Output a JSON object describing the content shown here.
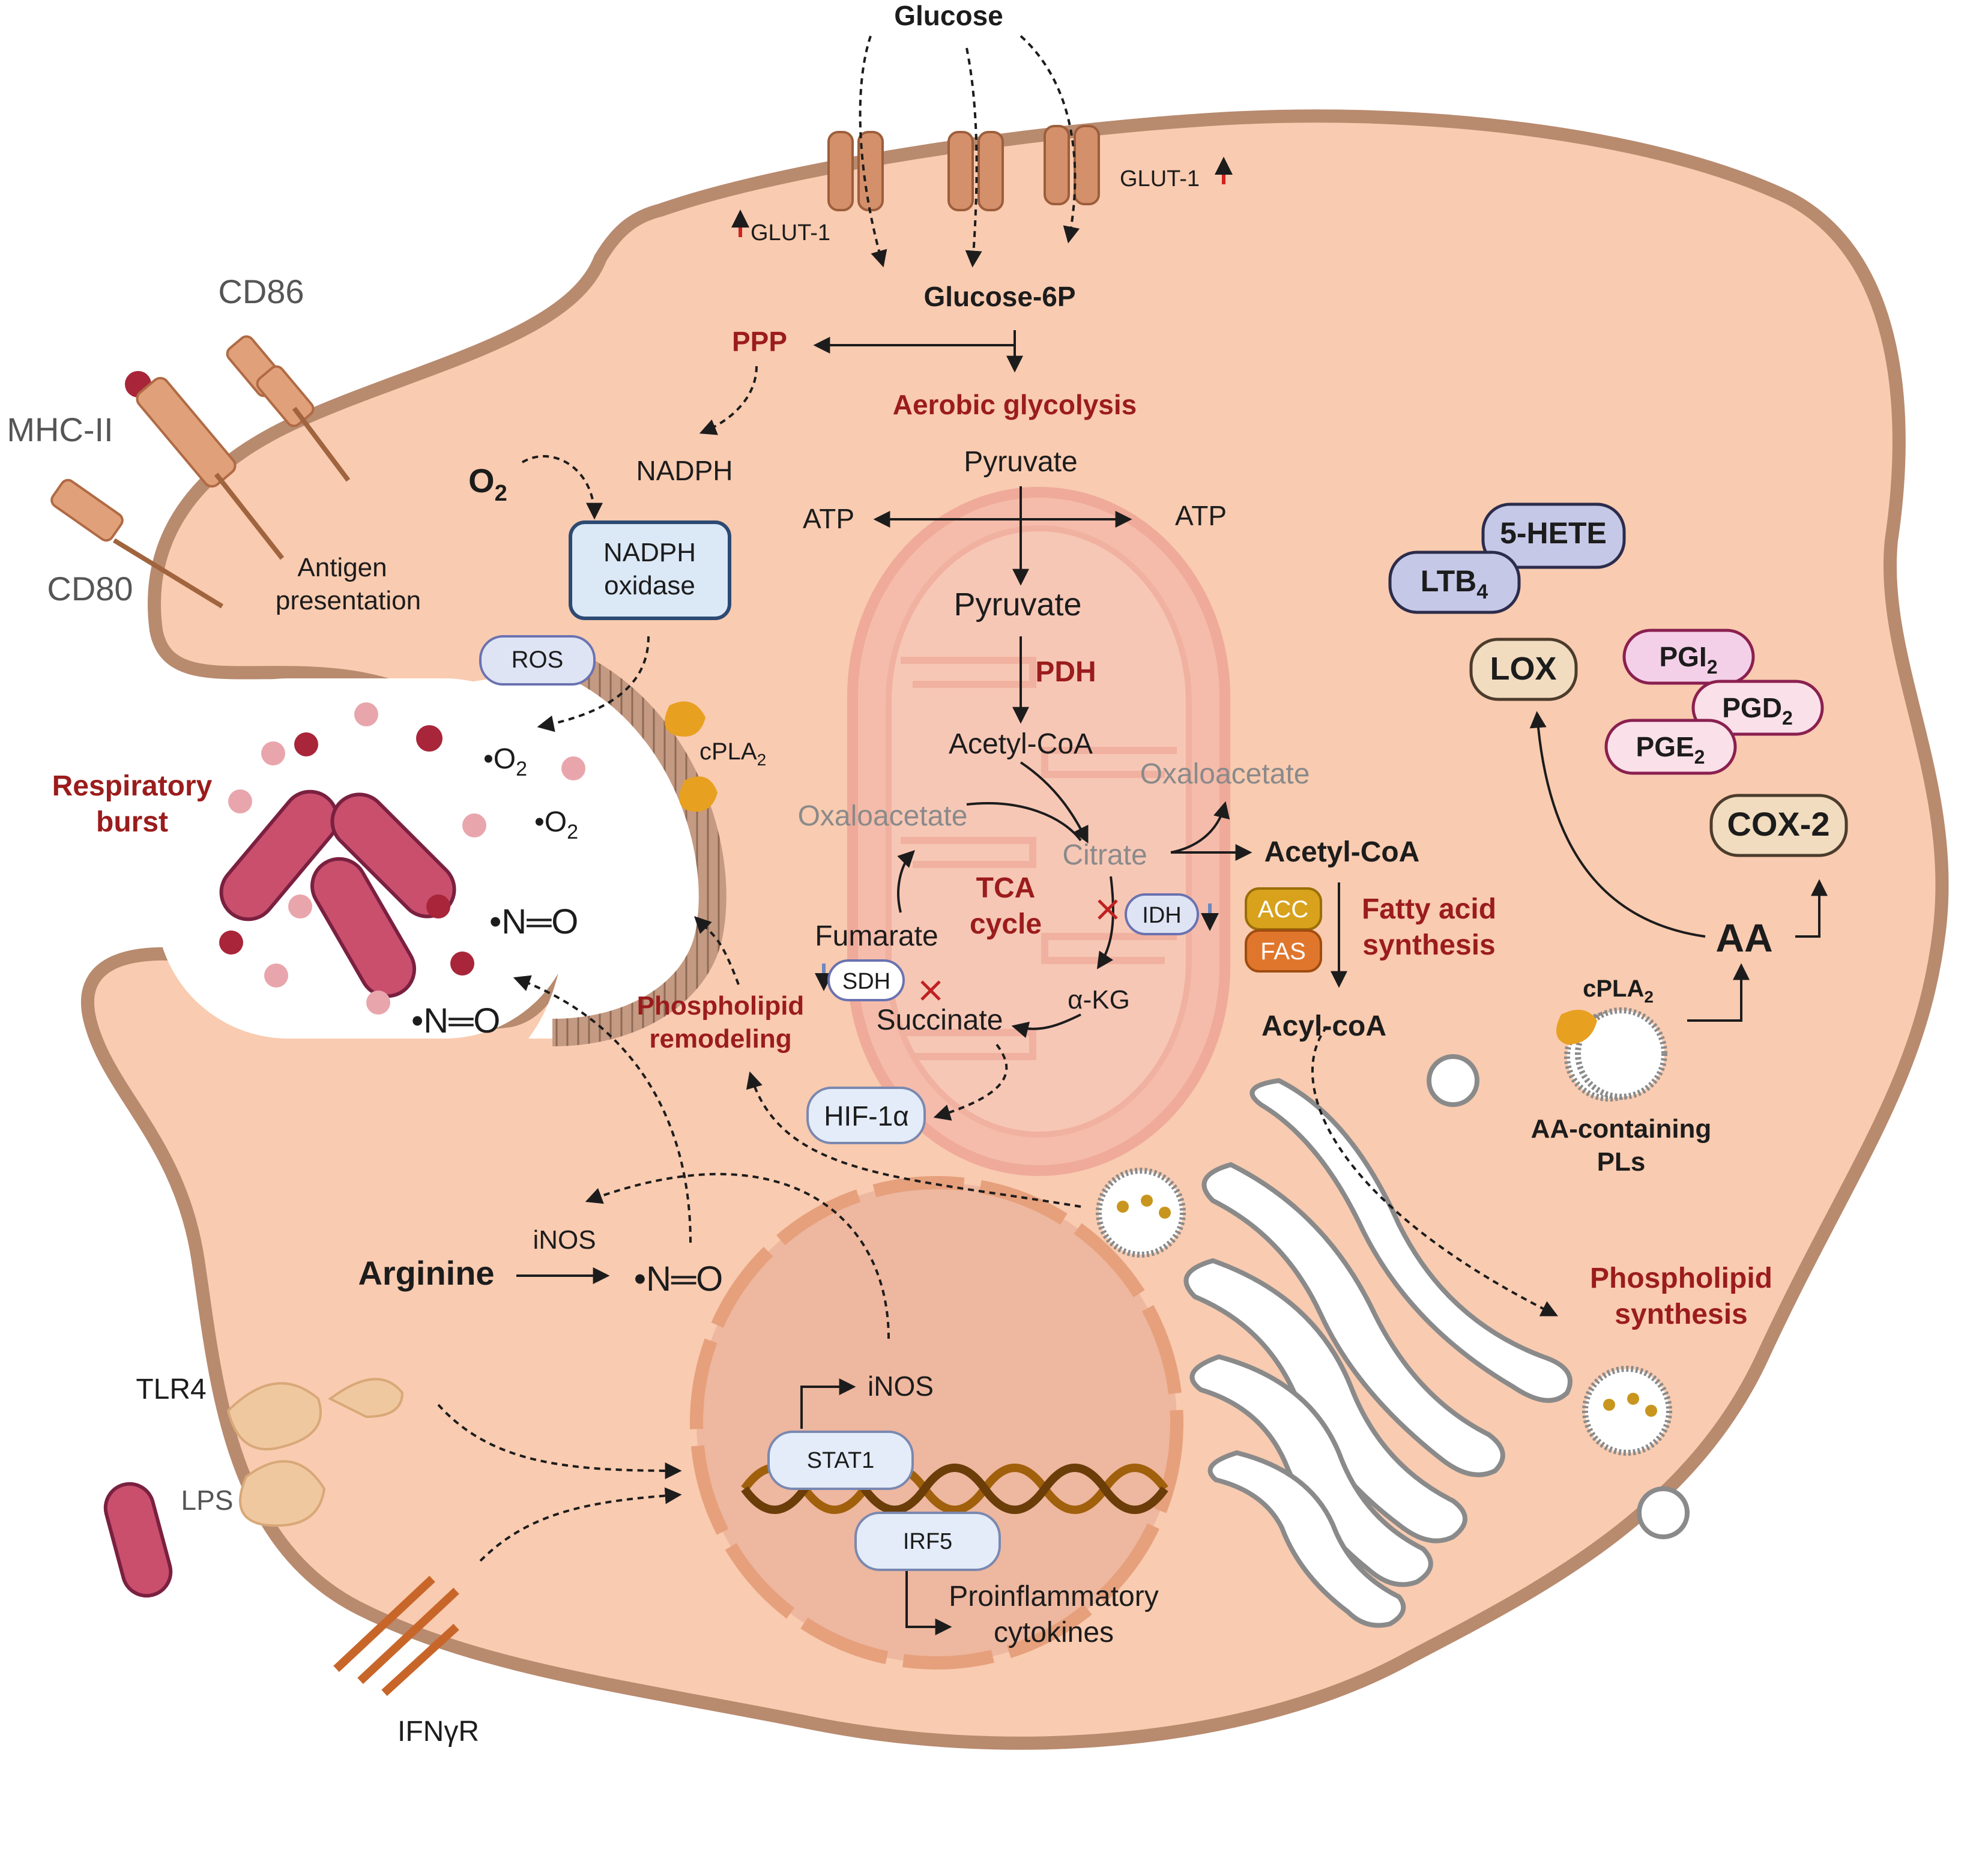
{
  "colors": {
    "cell_fill": "#f9cbb0",
    "cell_border": "#b88a6e",
    "nucleus_fill": "#eeb79f",
    "nucleus_border": "#e6a07c",
    "mito_fill": "#f2b0a8",
    "label_red": "#9b1c1c",
    "label_dark": "#1c1c1c",
    "label_grey": "#8a8a8a",
    "bacteria": "#c94f6d"
  },
  "glucose": {
    "glucose": "Glucose",
    "glut1_left": "GLUT-1",
    "glut1_right": "GLUT-1",
    "glucose6p": "Glucose-6P"
  },
  "pathways": {
    "ppp": "PPP",
    "aerobic_glycolysis": "Aerobic glycolysis",
    "nadph": "NADPH",
    "o2": "O",
    "o2_sub": "2",
    "nadph_oxidase_1": "NADPH",
    "nadph_oxidase_2": "oxidase",
    "pyruvate_cyto": "Pyruvate",
    "atp_left": "ATP",
    "atp_right": "ATP",
    "pyruvate_mito": "Pyruvate",
    "pdh": "PDH",
    "acetyl_coa_mito": "Acetyl-CoA",
    "oxaloacetate_left": "Oxaloacetate",
    "oxaloacetate_right": "Oxaloacetate",
    "citrate": "Citrate",
    "acetyl_coa_cyto": "Acetyl-CoA",
    "tca_1": "TCA",
    "tca_2": "cycle",
    "idh": "IDH",
    "fumarate": "Fumarate",
    "sdh": "SDH",
    "succinate": "Succinate",
    "akg": "α-KG",
    "hif": "HIF-1α",
    "acc": "ACC",
    "fas": "FAS",
    "fatty_acid_1": "Fatty acid",
    "fatty_acid_2": "synthesis",
    "acyl_coa": "Acyl-coA"
  },
  "surface": {
    "cd86": "CD86",
    "mhc2": "MHC-II",
    "cd80": "CD80",
    "antigen_1": "Antigen",
    "antigen_2": "presentation",
    "tlr4": "TLR4",
    "lps": "LPS",
    "ifngr": "IFNγR"
  },
  "phagosome": {
    "ros": "ROS",
    "respiratory_1": "Respiratory",
    "respiratory_2": "burst",
    "o2_radical_1": "•O",
    "o2_radical_2": "•O",
    "o2_sub": "2",
    "no_1": "•N═O",
    "no_2": "•N═O",
    "cpla2": "cPLA",
    "cpla2_sub": "2",
    "phospholipid_1": "Phospholipid",
    "phospholipid_2": "remodeling"
  },
  "nucleus": {
    "arginine": "Arginine",
    "inos_enzyme": "iNOS",
    "no_product": "•N═O",
    "inos_gene": "iNOS",
    "stat1": "STAT1",
    "irf5": "IRF5",
    "cytokines_1": "Proinflammatory",
    "cytokines_2": "cytokines"
  },
  "lipids": {
    "hete": "5-HETE",
    "ltb": "LTB",
    "ltb_sub": "4",
    "lox": "LOX",
    "pgi": "PGI",
    "pgi_sub": "2",
    "pgd": "PGD",
    "pgd_sub": "2",
    "pge": "PGE",
    "pge_sub": "2",
    "cox2": "COX-2",
    "aa": "AA",
    "cpla2": "cPLA",
    "cpla2_sub": "2",
    "aa_pls_1": "AA-containing",
    "aa_pls_2": "PLs",
    "pl_synth_1": "Phospholipid",
    "pl_synth_2": "synthesis"
  }
}
